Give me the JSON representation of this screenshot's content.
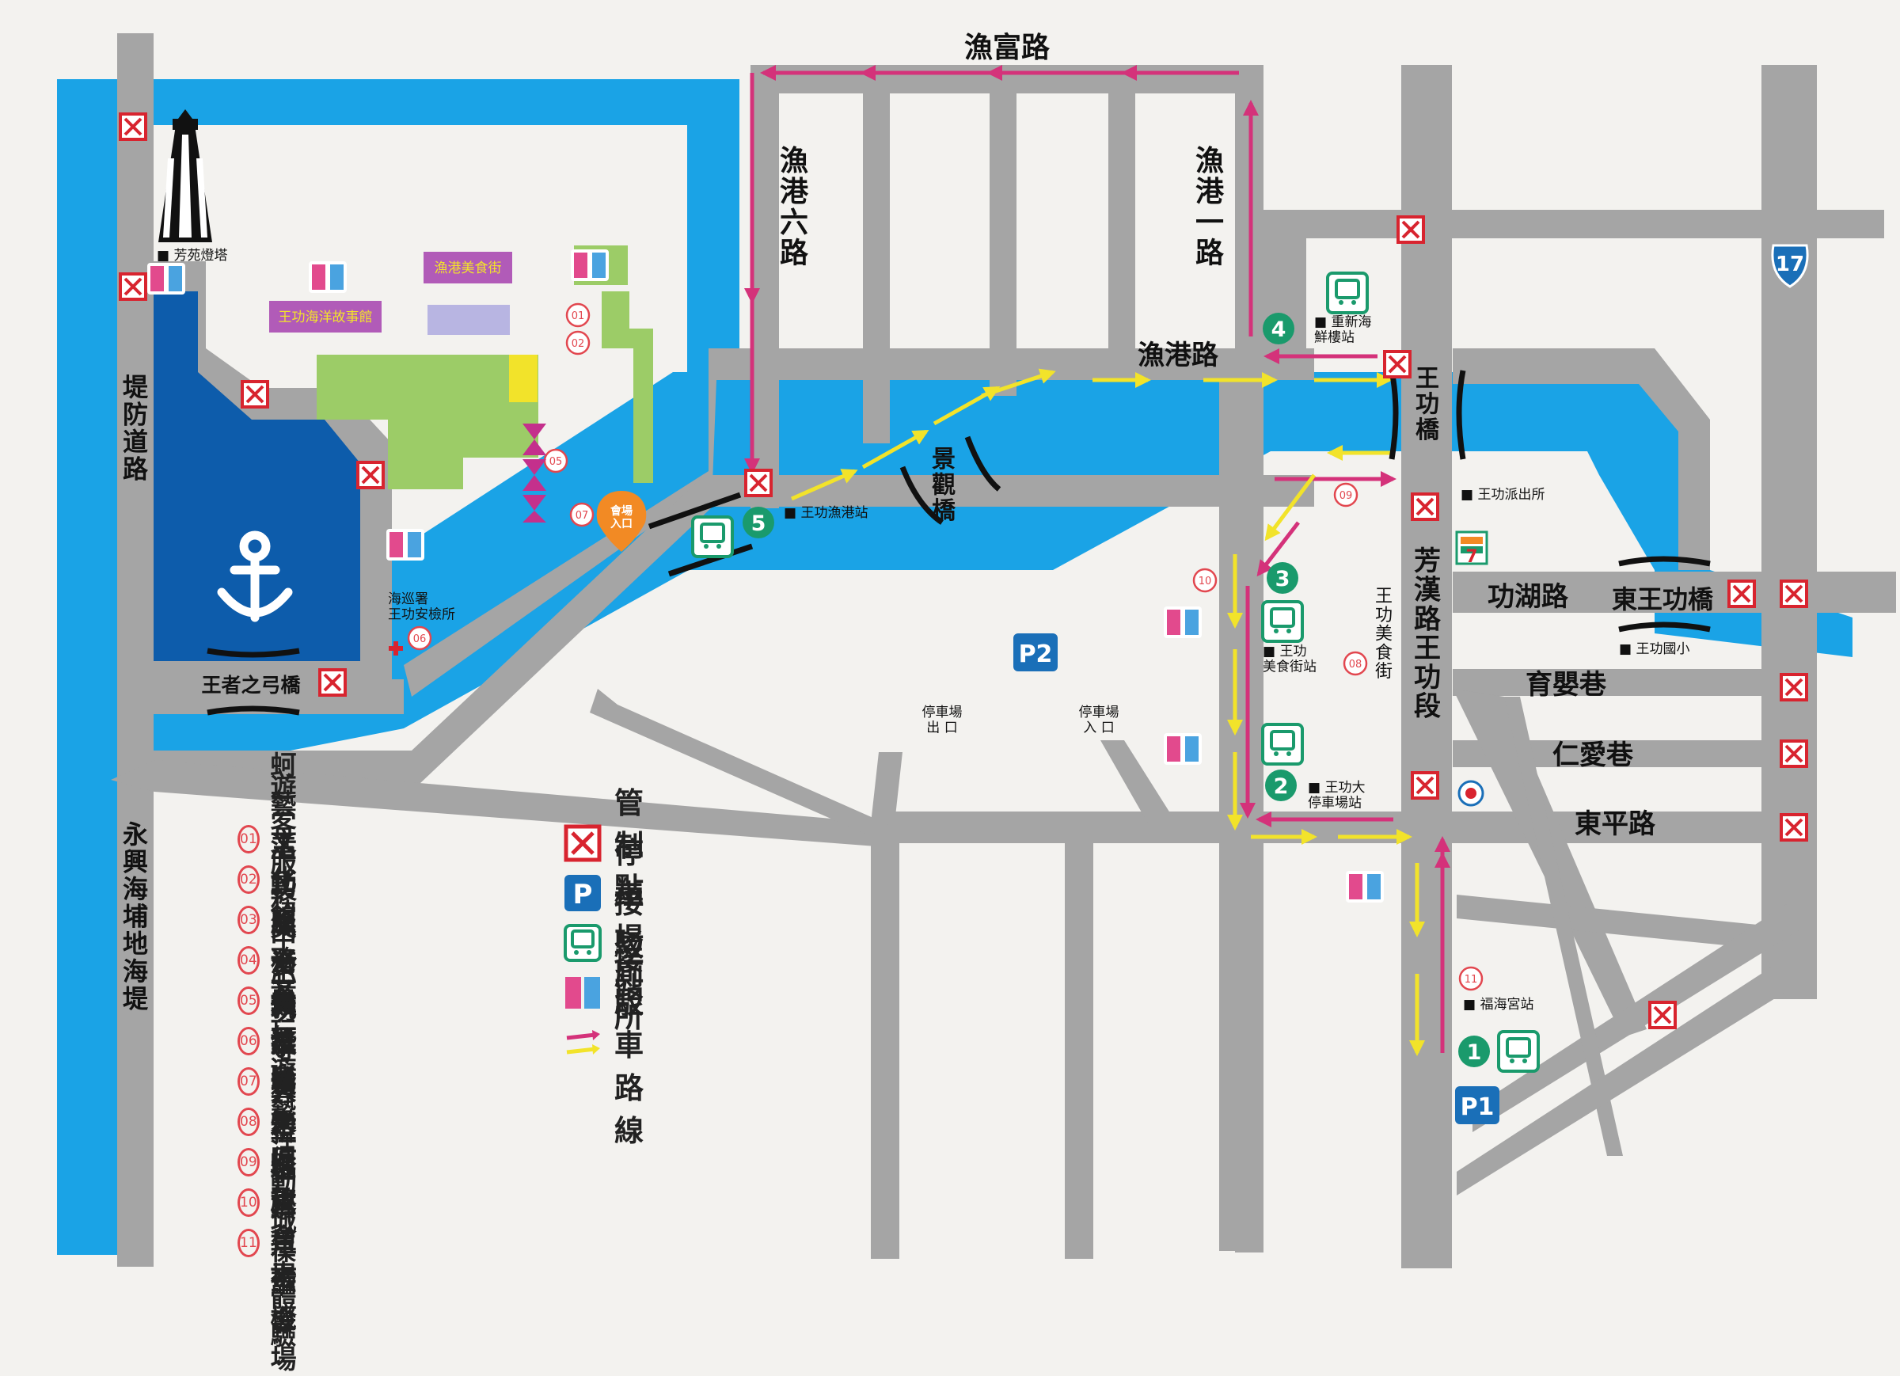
{
  "roads": {
    "yufu": "漁富路",
    "yugang6": "漁港六路",
    "yugang1": "漁港一路",
    "yugang": "漁港路",
    "embankment": "堤防道路",
    "yongxing": "永興海埔地海堤",
    "fanghan": "芳漢路王功段",
    "gonghu": "功湖路",
    "yuying": "育嬰巷",
    "renai": "仁愛巷",
    "dongping": "東平路",
    "food_street": "王功美食街",
    "highway": "17"
  },
  "bridges": {
    "wangzhe": "王者之弓橋",
    "jingguan": "景觀橋",
    "wanggong": "王功橋",
    "dongwanggong": "東王功橋"
  },
  "places": {
    "lighthouse": "芳苑燈塔",
    "museum": "王功海洋故事館",
    "food_hall": "漁港美食街",
    "coast_guard": "海巡署\n王功安檢所",
    "venue_entrance": "會場\n入口",
    "yugang_station": "王功漁港站",
    "chongxin_station": "重新海\n鮮樓站",
    "meishi_station": "王功\n美食街站",
    "wangda_station": "王功大\n停車場站",
    "fuhai_station": "福海宮站",
    "police": "王功派出所",
    "school": "王功國小",
    "parking_exit": "停車場\n出 口",
    "parking_entrance": "停車場\n入 口",
    "p1": "P1",
    "p2": "P2"
  },
  "poi_legend": [
    {
      "num": "01",
      "label": "蚵藝文化館"
    },
    {
      "num": "02",
      "label": "遊客服務中心"
    },
    {
      "num": "03",
      "label": "活動服務台"
    },
    {
      "num": "04",
      "label": "王功漁港主舞台"
    },
    {
      "num": "05",
      "label": "美食攤位區"
    },
    {
      "num": "06",
      "label": "救護站"
    },
    {
      "num": "07",
      "label": "親子遊樂區"
    },
    {
      "num": "08",
      "label": "王功尋寶烤蚵趣會場"
    },
    {
      "num": "09",
      "label": "童玩遊藝活動城堡體驗"
    },
    {
      "num": "10",
      "label": "大型燈塔扭蛋機"
    },
    {
      "num": "11",
      "label": "祈福嘉年華會場"
    }
  ],
  "key_legend": [
    {
      "icon": "control-point-icon",
      "label": "管制點"
    },
    {
      "icon": "parking-icon",
      "label": "停車場"
    },
    {
      "icon": "shuttle-bus-icon",
      "label": "接駁站"
    },
    {
      "icon": "restroom-icon",
      "label": "廁所"
    },
    {
      "icon": "shuttle-route-icon",
      "label": "接駁車路線"
    }
  ],
  "colors": {
    "water": "#1aa3e6",
    "harbor": "#0d5cab",
    "road": "#a5a5a5",
    "control": "#d8242f",
    "parking": "#1a6fb8",
    "shuttle": "#1a9a6c",
    "route_pink": "#d4327a",
    "route_yellow": "#f2e32a",
    "green_area": "#9ccc67"
  }
}
